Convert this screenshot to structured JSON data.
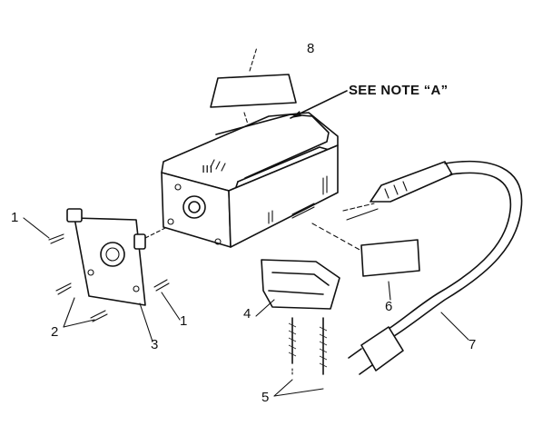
{
  "callouts": {
    "part_1_upper": "1",
    "part_1_lower": "1",
    "part_2": "2",
    "part_3": "3",
    "part_4": "4",
    "part_5": "5",
    "part_6": "6",
    "part_7": "7",
    "part_8": "8"
  },
  "note": "SEE NOTE “A”",
  "motor_grille_text": "ııı"
}
